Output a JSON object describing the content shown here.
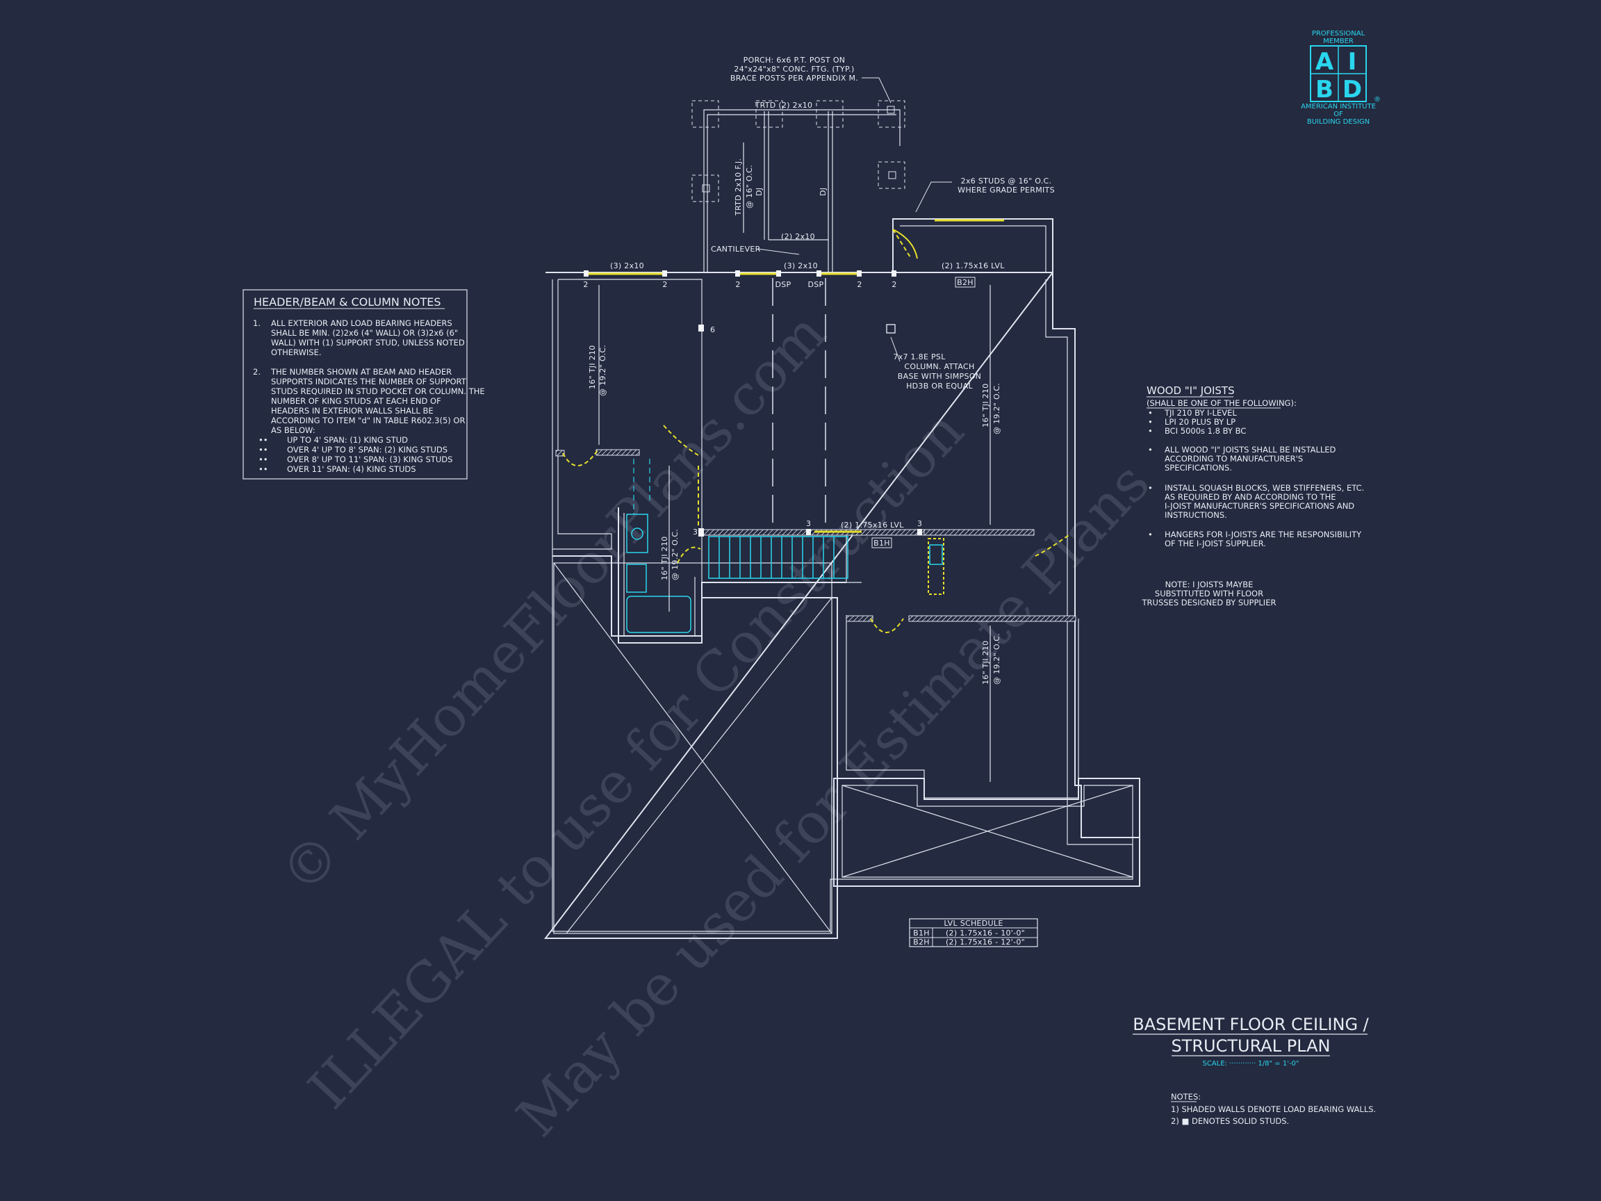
{
  "header_notes": {
    "title": "HEADER/BEAM & COLUMN NOTES",
    "items": [
      [
        "1.",
        "ALL EXTERIOR AND LOAD BEARING HEADERS",
        "SHALL BE MIN. (2)2x6 (4\" WALL) OR (3)2x6 (6\"",
        "WALL) WITH (1) SUPPORT STUD, UNLESS NOTED",
        "OTHERWISE."
      ],
      [
        "2.",
        "THE NUMBER SHOWN AT BEAM AND HEADER",
        "SUPPORTS INDICATES THE NUMBER OF SUPPORT",
        "STUDS REQUIRED IN STUD POCKET OR COLUMN. THE",
        "NUMBER OF KING STUDS AT EACH END OF",
        "HEADERS IN EXTERIOR WALLS SHALL BE",
        "ACCORDING TO ITEM \"d\" IN TABLE R602.3(5) OR",
        "AS BELOW:"
      ]
    ],
    "bullets": [
      "UP TO 4' SPAN: (1) KING STUD",
      "OVER 4' UP TO 8' SPAN: (2) KING STUDS",
      "OVER 8' UP TO 11' SPAN: (3) KING STUDS",
      "OVER 11' SPAN: (4) KING STUDS"
    ]
  },
  "joist_notes": {
    "title": "WOOD \"I\" JOISTS",
    "subtitle": "(SHALL BE ONE OF THE FOLLOWING):",
    "options": [
      "TJI 210 BY I-LEVEL",
      "LPI 20 PLUS BY LP",
      "BCI 5000s 1.8 BY BC"
    ],
    "notes": [
      [
        "ALL WOOD \"I\" JOISTS SHALL BE INSTALLED",
        "ACCORDING TO MANUFACTURER'S",
        "SPECIFICATIONS."
      ],
      [
        "INSTALL SQUASH BLOCKS, WEB STIFFENERS, ETC.",
        "AS REQUIRED BY AND ACCORDING TO THE",
        "I-JOIST MANUFACTURER'S SPECIFICATIONS AND",
        "INSTRUCTIONS."
      ],
      [
        "HANGERS FOR I-JOISTS ARE THE RESPONSIBILITY",
        "OF THE I-JOIST SUPPLIER."
      ]
    ],
    "substitute_note": [
      "NOTE: I JOISTS MAYBE",
      "SUBSTITUTED WITH FLOOR",
      "TRUSSES DESIGNED BY SUPPLIER"
    ]
  },
  "logo": {
    "top": [
      "PROFESSIONAL",
      "MEMBER"
    ],
    "letters": [
      "A",
      "I",
      "B",
      "D"
    ],
    "bottom": [
      "AMERICAN INSTITUTE",
      "OF",
      "BUILDING DESIGN"
    ],
    "reg": "®",
    "color": "#29d6ee"
  },
  "callouts": {
    "porch": [
      "PORCH: 6x6 P.T. POST ON",
      "24\"x24\"x8\" CONC. FTG. (TYP.)",
      "BRACE POSTS PER APPENDIX M."
    ],
    "studs": [
      "2x6 STUDS @ 16\" O.C.",
      "WHERE GRADE PERMITS"
    ],
    "column": [
      "7x7 1.8E PSL",
      "COLUMN. ATTACH",
      "BASE WITH SIMPSON",
      "HD3B OR EQUAL"
    ],
    "cantilever": "CANTILEVER",
    "trtd_top": "TRTD (2) 2x10",
    "trtd_fj": [
      "TRTD 2x10 F.J.",
      "@ 16\" O.C."
    ],
    "dj": "DJ",
    "h_2x10_a": "(3) 2x10",
    "h_2x10_b": "(2) 2x10",
    "h_2x10_c": "(3) 2x10",
    "lvl_top": "(2) 1.75x16 LVL",
    "lvl_mid": "(2) 1.75x16 LVL",
    "b2h": "B2H",
    "b1h": "B1H",
    "dsp": "DSP",
    "num_2": "2",
    "num_3": "3",
    "num_6": "6",
    "joist_span": [
      "16\" TJI 210",
      "@ 19.2\" O.C."
    ]
  },
  "lvl_schedule": {
    "title": "LVL SCHEDULE",
    "rows": [
      [
        "B1H",
        "(2) 1.75x16 - 10'-0\""
      ],
      [
        "B2H",
        "(2) 1.75x16 - 12'-0\""
      ]
    ]
  },
  "plan_title": {
    "line1": "BASEMENT FLOOR CEILING /",
    "line2": "STRUCTURAL PLAN",
    "scale": "SCALE: ············ 1/8\" = 1'-0\""
  },
  "notes": {
    "title": "NOTES:",
    "lines": [
      "1) SHADED WALLS DENOTE LOAD BEARING WALLS.",
      "2) ■ DENOTES SOLID STUDS."
    ]
  },
  "watermark": [
    "© MyHomeFloorPlans.com",
    "ILLEGAL to use for Construction",
    "May be used for Estimate Plans"
  ],
  "colors": {
    "background": "#242a3f",
    "linework": "#dfe4ef",
    "accent_cyan": "#29d6ee",
    "accent_yellow": "#e7df2c"
  }
}
